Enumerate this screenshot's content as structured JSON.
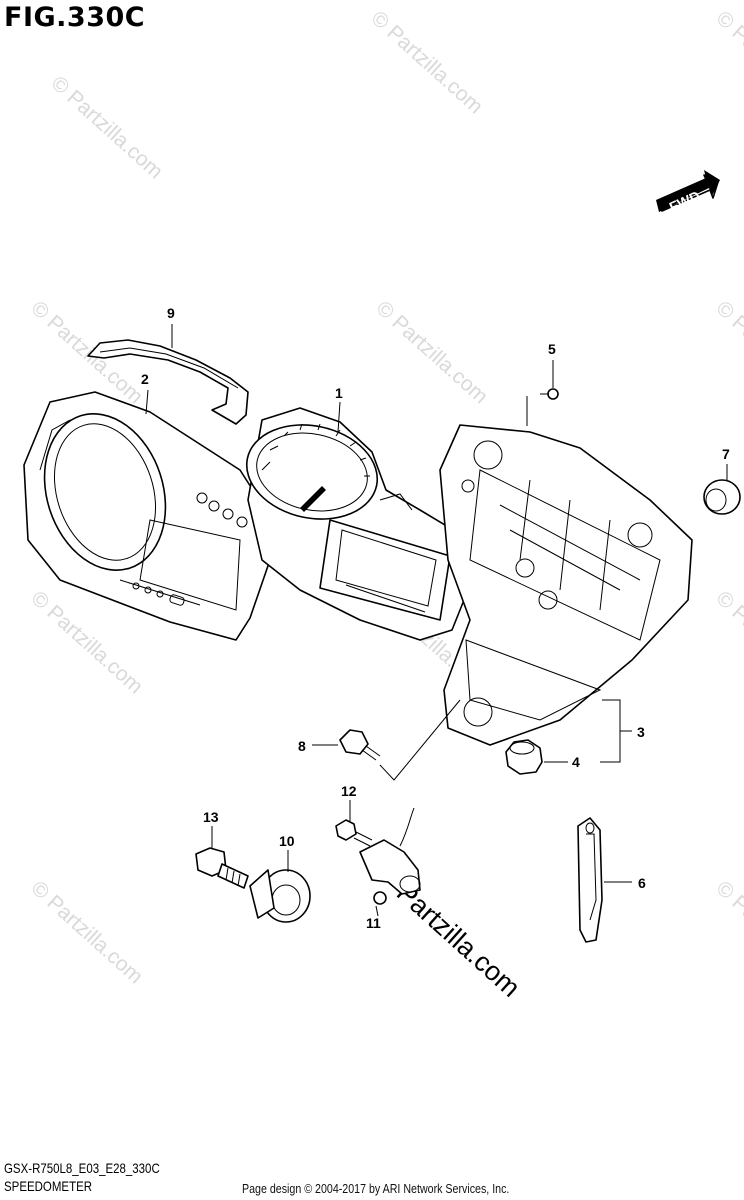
{
  "figure": {
    "title": "FIG.330C",
    "model_code": "GSX-R750L8_E03_E28_330C",
    "section_name": "SPEEDOMETER",
    "copyright": "Page design © 2004-2017 by ARI Network Services, Inc.",
    "direction_label": "FWD"
  },
  "watermark": {
    "text": "© Partzilla.com",
    "main_text": "Partzilla.com"
  },
  "callouts": [
    {
      "id": "1",
      "label": "1",
      "part": "speedometer-assembly"
    },
    {
      "id": "2",
      "label": "2",
      "part": "upper-case-cover"
    },
    {
      "id": "3",
      "label": "3",
      "part": "lower-case"
    },
    {
      "id": "4",
      "label": "4",
      "part": "cushion"
    },
    {
      "id": "5",
      "label": "5",
      "part": "screw"
    },
    {
      "id": "6",
      "label": "6",
      "part": "clamp"
    },
    {
      "id": "7",
      "label": "7",
      "part": "grommet"
    },
    {
      "id": "8",
      "label": "8",
      "part": "screw"
    },
    {
      "id": "9",
      "label": "9",
      "part": "shield"
    },
    {
      "id": "10",
      "label": "10",
      "part": "cushion"
    },
    {
      "id": "11",
      "label": "11",
      "part": "washer"
    },
    {
      "id": "12",
      "label": "12",
      "part": "bolt"
    },
    {
      "id": "13",
      "label": "13",
      "part": "bolt"
    }
  ]
}
